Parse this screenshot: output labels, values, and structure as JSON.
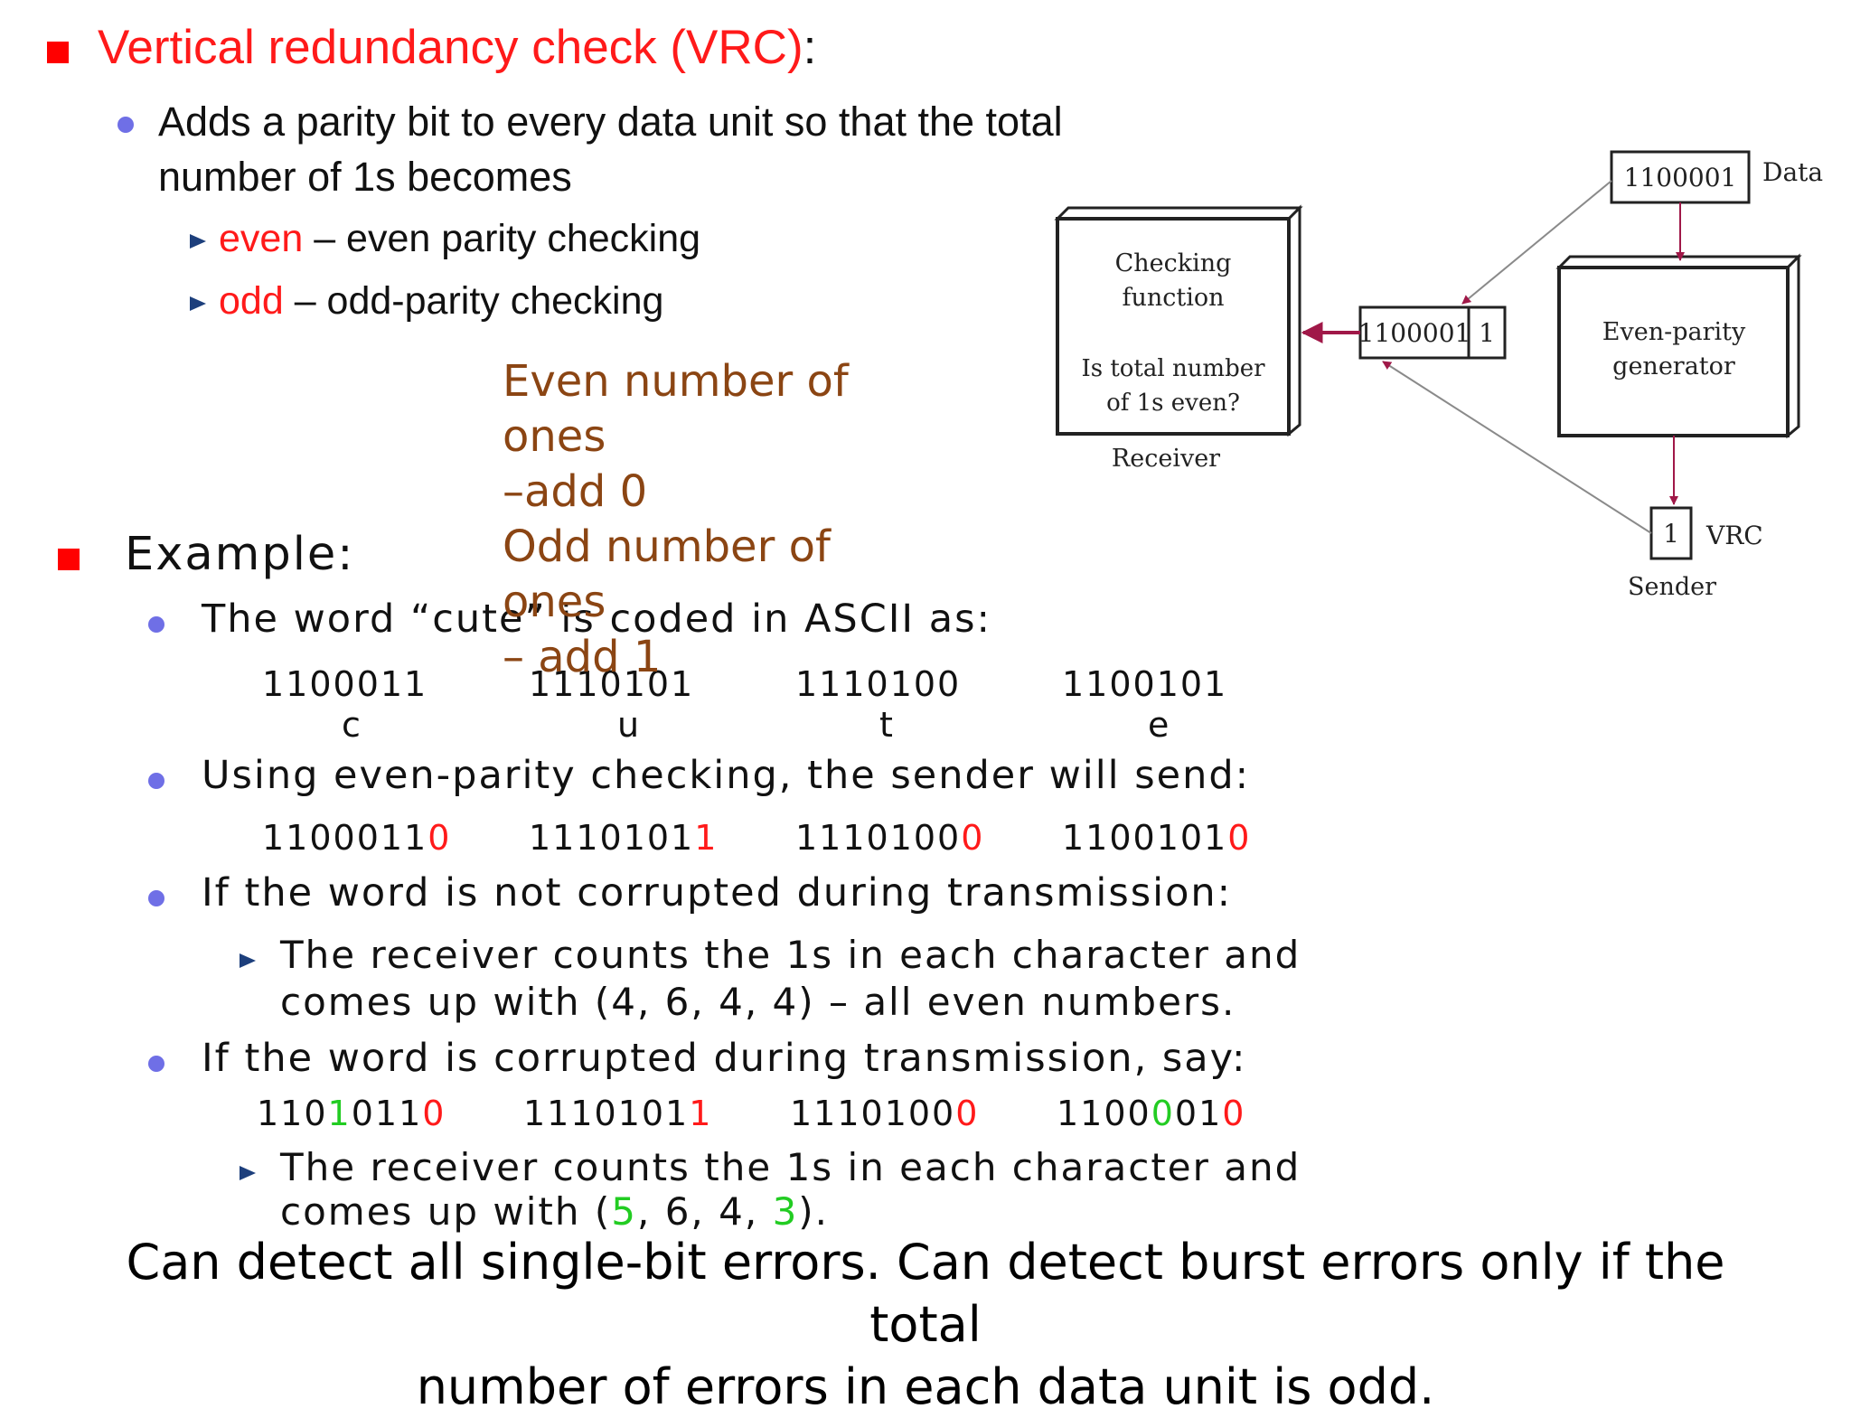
{
  "title": "Vertical redundancy check (VRC)",
  "title_colon": ":",
  "bullet1": {
    "line1": "Adds a parity bit to every data unit so that the total",
    "line2": "number of 1s becomes"
  },
  "sub_even": {
    "key": "even",
    "rest": " – even parity checking"
  },
  "sub_odd": {
    "key": "odd",
    "rest": " – odd-parity checking"
  },
  "note": {
    "line1": "Even number of",
    "line2": "ones",
    "line3": "–add 0",
    "line4": "Odd number of",
    "line5": "ones",
    "line6": "– add 1"
  },
  "example_heading": "Example:",
  "cute": {
    "intro": "The word “cute” is coded in ASCII as:",
    "codes": [
      "1100011",
      "1110101",
      "1110100",
      "1100101"
    ],
    "letters": [
      "c",
      "u",
      "t",
      "e"
    ]
  },
  "even_send": {
    "text": "Using even-parity checking, the sender will send:",
    "codes": [
      {
        "data": "1100011",
        "parity": "0"
      },
      {
        "data": "1110101",
        "parity": "1"
      },
      {
        "data": "1110100",
        "parity": "0"
      },
      {
        "data": "1100101",
        "parity": "0"
      }
    ]
  },
  "not_corrupted": {
    "text": "If the word is not corrupted during transmission:",
    "sub_line1": "The receiver counts the 1s in each character and",
    "sub_line2": "comes up with (4, 6, 4, 4) – all even numbers."
  },
  "corrupted": {
    "text": "If the word is corrupted during transmission, say:",
    "codes": [
      {
        "a": "110",
        "flip": "1",
        "b": "011",
        "parity": "0"
      },
      {
        "a": "1110101",
        "flip": "",
        "b": "",
        "parity": "1"
      },
      {
        "a": "1110100",
        "flip": "",
        "b": "",
        "parity": "0"
      },
      {
        "a": "1100",
        "flip": "0",
        "b": "01",
        "parity": "0"
      }
    ],
    "sub_line1": "The receiver counts the 1s in each character and",
    "sub_line2_start": "comes up with (",
    "counts": [
      "5",
      "6",
      "4",
      "3"
    ],
    "sep": ", ",
    "sub_line2_end": ")."
  },
  "footer": {
    "line1": "Can detect all single-bit errors. Can detect burst errors only if the",
    "line2": "total",
    "line3": "number of errors in each data unit is odd."
  },
  "diagram": {
    "data_value": "1100001",
    "data_label": "Data",
    "checking_line1": "Checking",
    "checking_line2": "function",
    "question_line1": "Is total number",
    "question_line2": "of 1s even?",
    "receiver_label": "Receiver",
    "transmit_data": "1100001",
    "transmit_parity": "1",
    "generator_line1": "Even-parity",
    "generator_line2": "generator",
    "vrc_value": "1",
    "vrc_label": "VRC",
    "sender_label": "Sender"
  },
  "colors": {
    "title": "#ff1a1a",
    "bullet": "#6f6fe6",
    "note": "#8b4513",
    "parity": "#ff1a1a",
    "flip": "#22cc22",
    "arrow": "#a01848"
  }
}
